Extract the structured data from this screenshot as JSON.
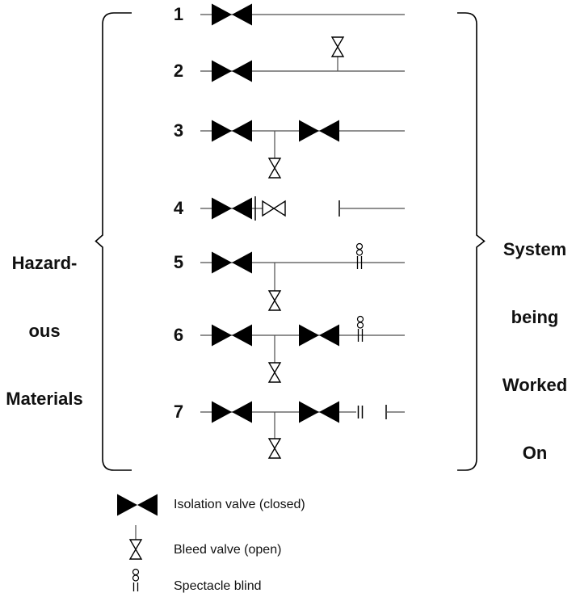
{
  "left_label": {
    "lines": [
      "Hazard-",
      "ous",
      "Materials"
    ]
  },
  "right_label": {
    "lines": [
      "System",
      "being",
      "Worked",
      "On"
    ]
  },
  "rows": [
    {
      "number": "1",
      "symbols": [
        "isolation-valve-closed"
      ]
    },
    {
      "number": "2",
      "symbols": [
        "isolation-valve-closed",
        "bleed-valve-open"
      ]
    },
    {
      "number": "3",
      "symbols": [
        "isolation-valve-closed",
        "bleed-valve-open",
        "isolation-valve-closed"
      ]
    },
    {
      "number": "4",
      "symbols": [
        "isolation-valve-closed",
        "blind",
        "valve-open",
        "disconnected-blanked-line"
      ]
    },
    {
      "number": "5",
      "symbols": [
        "isolation-valve-closed",
        "bleed-valve-open",
        "spectacle-blind"
      ]
    },
    {
      "number": "6",
      "symbols": [
        "isolation-valve-closed",
        "bleed-valve-open",
        "isolation-valve-closed",
        "spectacle-blind"
      ]
    },
    {
      "number": "7",
      "symbols": [
        "isolation-valve-closed",
        "bleed-valve-open",
        "isolation-valve-closed",
        "blind",
        "disconnected-blanked-line"
      ]
    }
  ],
  "legend": {
    "items": [
      {
        "icon": "isolation-valve-closed-icon",
        "label": "Isolation valve (closed)"
      },
      {
        "icon": "bleed-valve-open-icon",
        "label": "Bleed valve (open)"
      },
      {
        "icon": "spectacle-blind-icon",
        "label": "Spectacle blind"
      }
    ]
  },
  "colors": {
    "line": "#4d4d4d",
    "symbol": "#000000",
    "background": "#ffffff"
  }
}
